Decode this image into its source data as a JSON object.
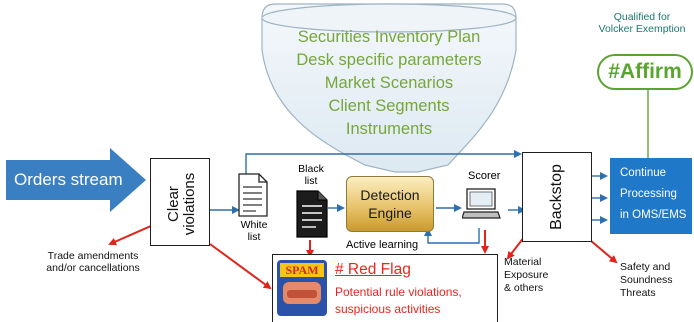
{
  "funnel": {
    "items": [
      "Securities Inventory Plan",
      "Desk specific parameters",
      "Market Scenarios",
      "Client Segments",
      "Instruments"
    ],
    "text_color": "#77a63a"
  },
  "orders_stream": {
    "label": "Orders stream",
    "color": "#3a7fc2"
  },
  "clear_violations": {
    "line1": "Clear",
    "line2": "violations"
  },
  "white_list": {
    "line1": "White",
    "line2": "list"
  },
  "black_list": {
    "line1": "Black",
    "line2": "list"
  },
  "detection_engine": {
    "line1": "Detection",
    "line2": "Engine"
  },
  "scorer": {
    "label": "Scorer"
  },
  "active_learning": {
    "label": "Active learning"
  },
  "backstop": {
    "label": "Backstop"
  },
  "continue_box": {
    "lines": [
      "Continue",
      "Processing",
      "in OMS/EMS"
    ],
    "color": "#1f78c8"
  },
  "volcker": {
    "line1": "Qualified for",
    "line2": "Volcker Exemption",
    "color": "#1a7a6e"
  },
  "affirm": {
    "label": "#Affirm",
    "color": "#5aa52f"
  },
  "trade_amendments": {
    "line1": "Trade amendments",
    "line2": "and/or cancellations"
  },
  "red_flag": {
    "title": "# Red Flag",
    "line1": "Potential rule violations,",
    "line2": "suspicious activities",
    "color": "#e8261e",
    "spam_label": "SPAM"
  },
  "material_exposure": {
    "line1": "Material",
    "line2": "Exposure",
    "line3": "& others"
  },
  "safety": {
    "line1": "Safety and",
    "line2": "Soundness",
    "line3": "Threats"
  },
  "colors": {
    "arrow_red": "#e0241b",
    "arrow_blue": "#2e6fb0"
  }
}
